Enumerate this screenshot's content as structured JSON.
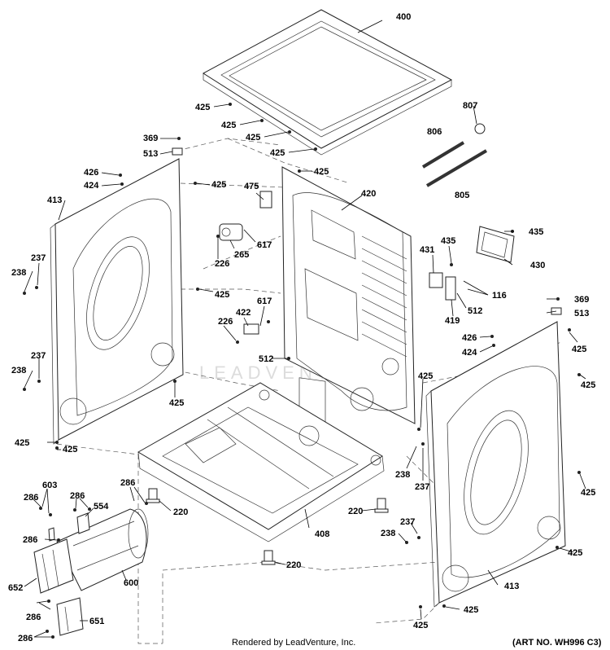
{
  "footer": {
    "credit": "Rendered by LeadVenture, Inc.",
    "art_no": "(ART NO. WH996 C3)"
  },
  "watermark": "LEADVENTURE",
  "callouts": {
    "c400": "400",
    "c425a": "425",
    "c425b": "425",
    "c425c": "425",
    "c425d": "425",
    "c807": "807",
    "c806": "806",
    "c805": "805",
    "c369a": "369",
    "c513a": "513",
    "c426a": "426",
    "c424a": "424",
    "c425e": "425",
    "c413a": "413",
    "c475": "475",
    "c420": "420",
    "c425f": "425",
    "c617a": "617",
    "c265": "265",
    "c226a": "226",
    "c435": "435",
    "c431": "431",
    "c430": "430",
    "c116": "116",
    "c512a": "512",
    "c419": "419",
    "c237a": "237",
    "c238a": "238",
    "c425g": "425",
    "c617b": "617",
    "c422": "422",
    "c226b": "226",
    "c369b": "369",
    "c513b": "513",
    "c426b": "426",
    "c424b": "424",
    "c425h": "425",
    "c425i": "425",
    "c237b": "237",
    "c238b": "238",
    "c512b": "512",
    "c425j": "425",
    "c425k": "425",
    "c425l": "425",
    "c238c": "238",
    "c237c": "237",
    "c425m": "425",
    "c286a": "286",
    "c603": "603",
    "c286b": "286",
    "c554": "554",
    "c286c": "286",
    "c220a": "220",
    "c220b": "220",
    "c220c": "220",
    "c286d": "286",
    "c600": "600",
    "c408": "408",
    "c237d": "237",
    "c238d": "238",
    "c425n": "425",
    "c652": "652",
    "c286e": "286",
    "c651": "651",
    "c286f": "286",
    "c413b": "413",
    "c425o": "425",
    "c425p": "425"
  }
}
